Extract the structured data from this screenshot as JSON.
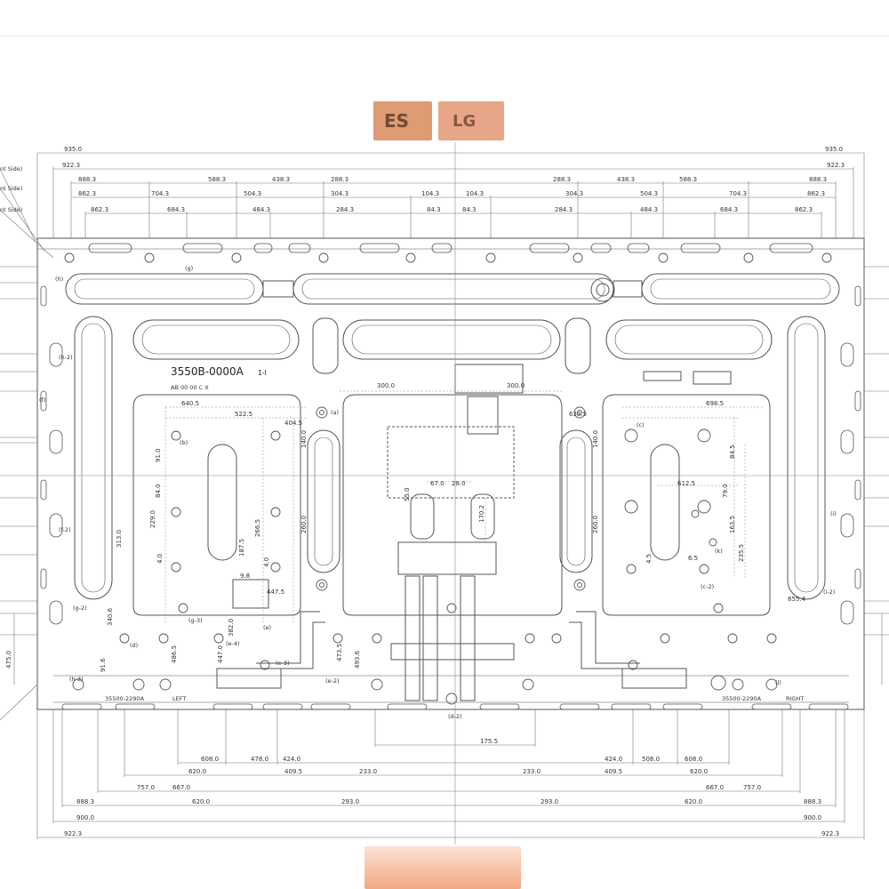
{
  "logos": {
    "left_badge": "ES",
    "right_badge": "LG"
  },
  "header_notes": [
    "nt Side)",
    "nt Side)",
    "nt Side)"
  ],
  "title": {
    "part_number": "3550B-0000A",
    "suffix": "1-I",
    "sub": "AB 00 00 C X"
  },
  "bottom_labels": {
    "left_code": "35500-2290A",
    "left_word": "LEFT",
    "right_code": "35500-2290A",
    "right_word": "RIGHT"
  },
  "top_dims": {
    "left": [
      "922.3",
      "888.3",
      "862.3",
      "862.3",
      "704.3",
      "684.3",
      "588.3",
      "504.3",
      "484.3",
      "438.3",
      "288.3",
      "304.3",
      "284.3",
      "104.3",
      "84.3"
    ],
    "right": [
      "922.3",
      "888.3",
      "862.3",
      "862.3",
      "704.3",
      "684.3",
      "588.3",
      "504.3",
      "484.3",
      "438.3",
      "288.3",
      "304.3",
      "284.3",
      "104.3",
      "84.3"
    ],
    "overall_left": "935.0",
    "overall_right": "935.0"
  },
  "center_dims": {
    "span_300_left": "300.0",
    "span_300_right": "300.0",
    "left_panel": [
      "640.5",
      "522.5",
      "404.5",
      "91.0",
      "84.0",
      "229.0",
      "4.0",
      "187.5",
      "266.5",
      "313.0",
      "140.0",
      "260.0",
      "4.0"
    ],
    "right_panel": [
      "630.5",
      "698.5",
      "612.5",
      "140.0",
      "260.0",
      "84.5",
      "79.0",
      "163.5",
      "235.5",
      "4.5",
      "6.5",
      "67.0",
      "28.0",
      "55.0",
      "170.2"
    ],
    "lower": [
      "447.0",
      "382.0",
      "486.5",
      "473.5",
      "493.6",
      "447.5",
      "340.6",
      "91.6",
      "855.4",
      "475.0",
      "9.8"
    ]
  },
  "bottom_dims": {
    "row1": [
      "608.0",
      "478.0",
      "424.0",
      "424.0",
      "508.0",
      "608.0"
    ],
    "row2": [
      "620.0",
      "409.5",
      "233.0",
      "233.0",
      "409.5",
      "620.0"
    ],
    "row3": [
      "757.0",
      "667.0",
      "667.0",
      "757.0"
    ],
    "row4": [
      "888.3",
      "620.0",
      "293.0",
      "293.0",
      "620.0",
      "888.3"
    ],
    "row5": [
      "900.0",
      "900.0"
    ],
    "row6": [
      "922.3",
      "922.3"
    ],
    "center": "175.5"
  },
  "hole_labels": [
    "(a)",
    "(b)",
    "(c)",
    "(d)",
    "(d-2)",
    "(e)",
    "(e-2)",
    "(e-3)",
    "(e-4)",
    "(f)",
    "(f-2)",
    "(g)",
    "(g-2)",
    "(g-3)",
    "(h)",
    "(h-2)",
    "(h-3)",
    "(i)",
    "(i-2)",
    "(k)",
    "(c-2)",
    "(l)"
  ]
}
